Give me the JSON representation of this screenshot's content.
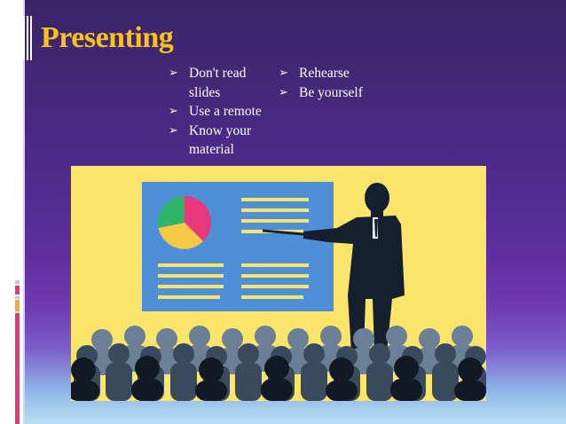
{
  "slide": {
    "title": "Presenting",
    "bullets_col1": [
      {
        "text": "Don't read slides"
      },
      {
        "text": "Use a remote"
      },
      {
        "text": "Know your material"
      }
    ],
    "bullets_col2": [
      {
        "text": "Rehearse"
      },
      {
        "text": "Be yourself"
      }
    ],
    "bullet_icon": "arrow-bullet-icon"
  },
  "colors": {
    "title": "#f7c21b",
    "background_top": "#3a2466",
    "background_bottom": "#b9e0f4",
    "illustration_bg": "#fbe46a",
    "board": "#4f8fd8",
    "accent_pink": "#e8387c"
  }
}
